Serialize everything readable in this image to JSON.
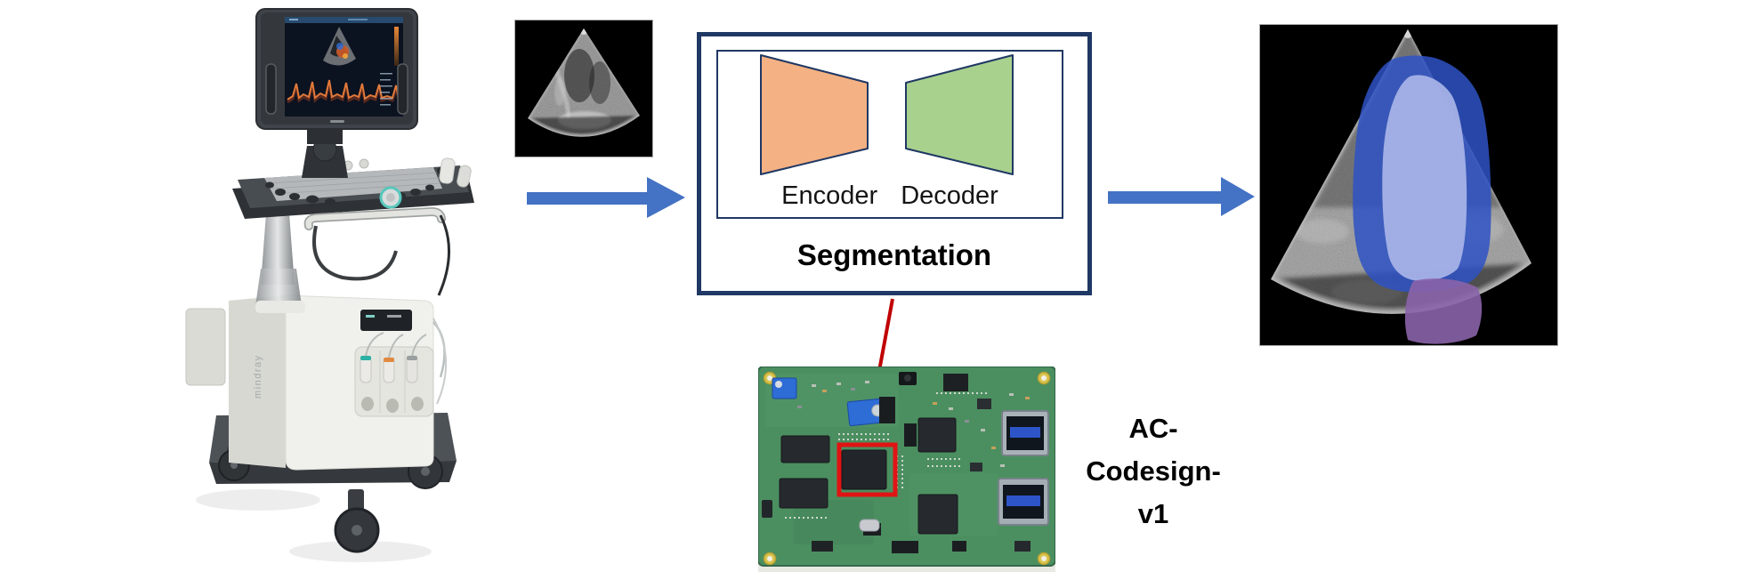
{
  "canvas": {
    "background": "#ffffff"
  },
  "machine": {
    "brand": "mindray"
  },
  "flow": {
    "arrow_color": "#4472C4"
  },
  "segmentation_module": {
    "title": "Segmentation",
    "encoder_label": "Encoder",
    "decoder_label": "Decoder",
    "encoder_color": "#F4B183",
    "decoder_color": "#A9D18E",
    "border_color": "#1F3864"
  },
  "hardware": {
    "label_lines": [
      "AC-",
      "Codesign-",
      "v1"
    ],
    "board_color": "#4B8F60",
    "highlight_color": "#E01414",
    "annotation_arrow_color": "#C00000"
  },
  "output_overlay": {
    "myocardium_color": "#2E52C4",
    "ventricle_color": "#A9B5E8",
    "atrium_color": "#8A63A8"
  }
}
